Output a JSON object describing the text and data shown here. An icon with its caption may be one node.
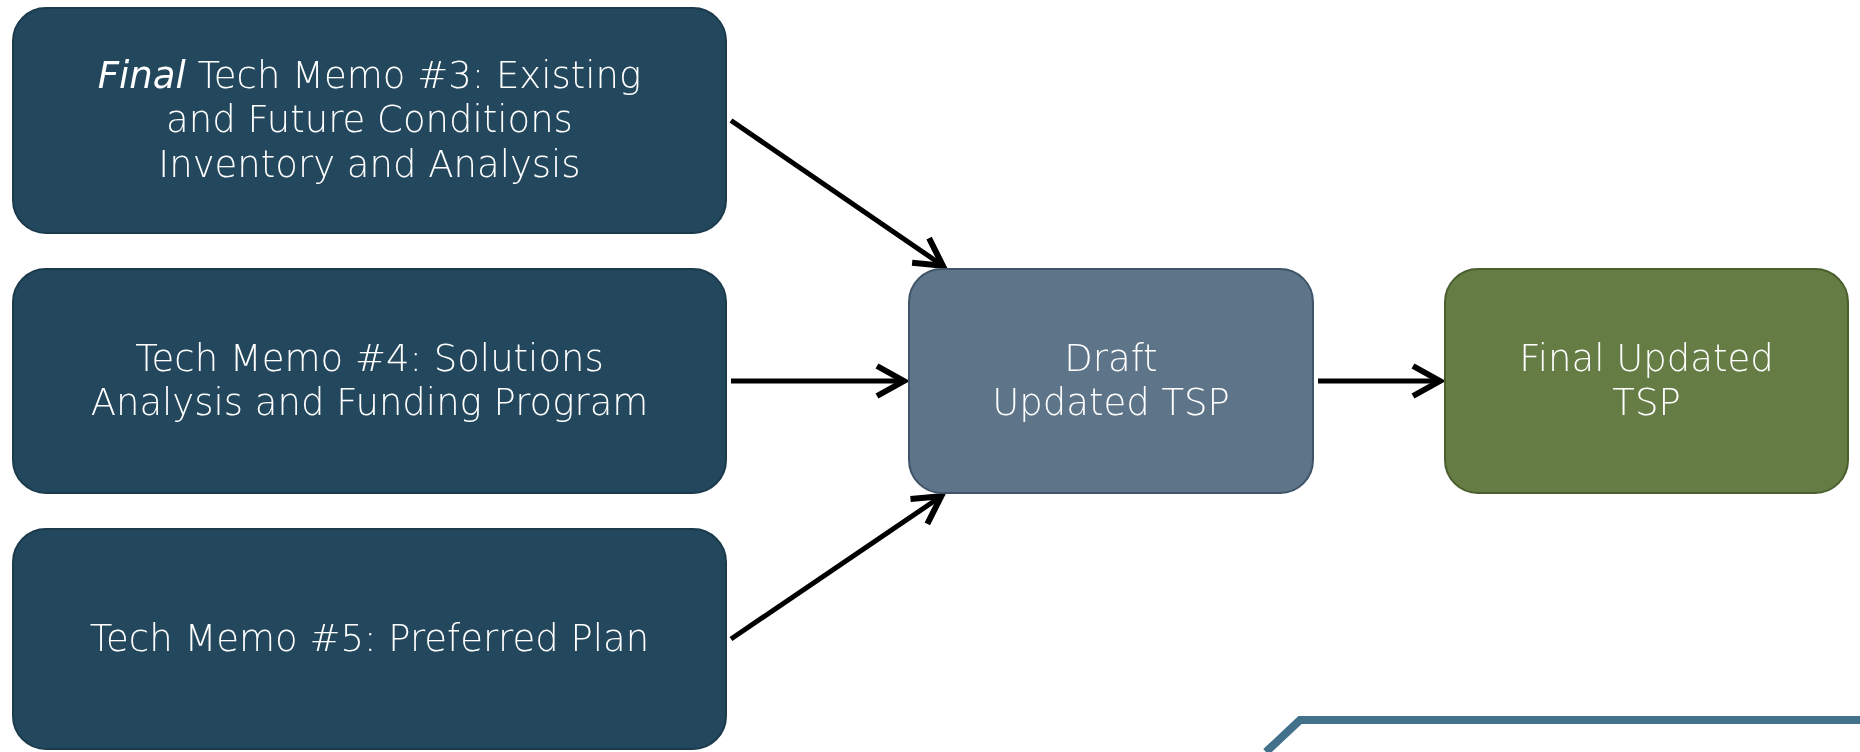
{
  "diagram": {
    "nodes": [
      {
        "text": [
          "*Final* Tech Memo #3: Existing and Future Conditions Inventory and Analysis"
        ]
      },
      {
        "text": [
          "Tech Memo #4: Solutions Analysis and Funding Program"
        ]
      },
      {
        "text": [
          "Tech Memo #5: Preferred Plan"
        ]
      },
      {
        "text": [
          "Draft Updated TSP"
        ]
      },
      {
        "text": [
          "Final Updated TSP"
        ]
      }
    ],
    "edges": [
      {
        "from": 0,
        "to": 3,
        "arrow": "to"
      },
      {
        "from": 1,
        "to": 3,
        "arrow": "to"
      },
      {
        "from": 2,
        "to": 3,
        "arrow": "to"
      },
      {
        "from": 3,
        "to": 4,
        "arrow": "to"
      }
    ]
  }
}
